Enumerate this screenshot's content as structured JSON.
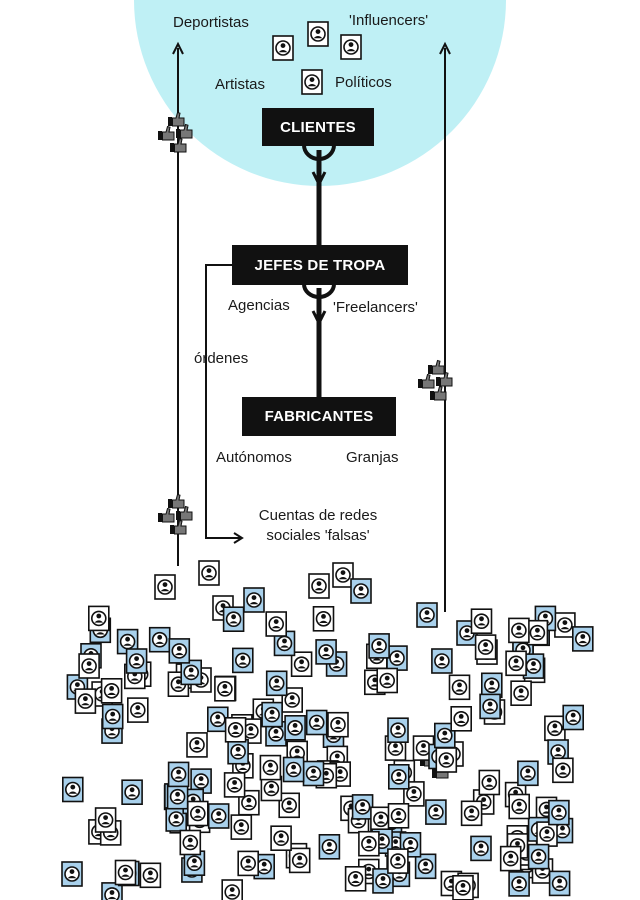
{
  "colors": {
    "client_bubble": "#bff0f5",
    "box_fill": "#111111",
    "box_text": "#ffffff",
    "line": "#111111",
    "fake_account_fill": "#a9d1ec",
    "real_account_fill": "#ffffff",
    "like_thumb": "#6b6b6b"
  },
  "clients": {
    "title": "CLIENTES",
    "groups": [
      "Deportistas",
      "'Influencers'",
      "Artistas",
      "Políticos"
    ]
  },
  "managers": {
    "title": "JEFES DE TROPA",
    "types": [
      "Agencias",
      "'Freelancers'"
    ],
    "orders_label": "órdenes"
  },
  "makers": {
    "title": "FABRICANTES",
    "types": [
      "Autónomos",
      "Granjas"
    ]
  },
  "fake_accounts": {
    "line1": "Cuentas de redes",
    "line2": "sociales 'falsas'"
  },
  "icons": {
    "account": "user-profile-icon",
    "like": "thumbs-up-like-icon",
    "arrow": "arrow-head-icon"
  }
}
